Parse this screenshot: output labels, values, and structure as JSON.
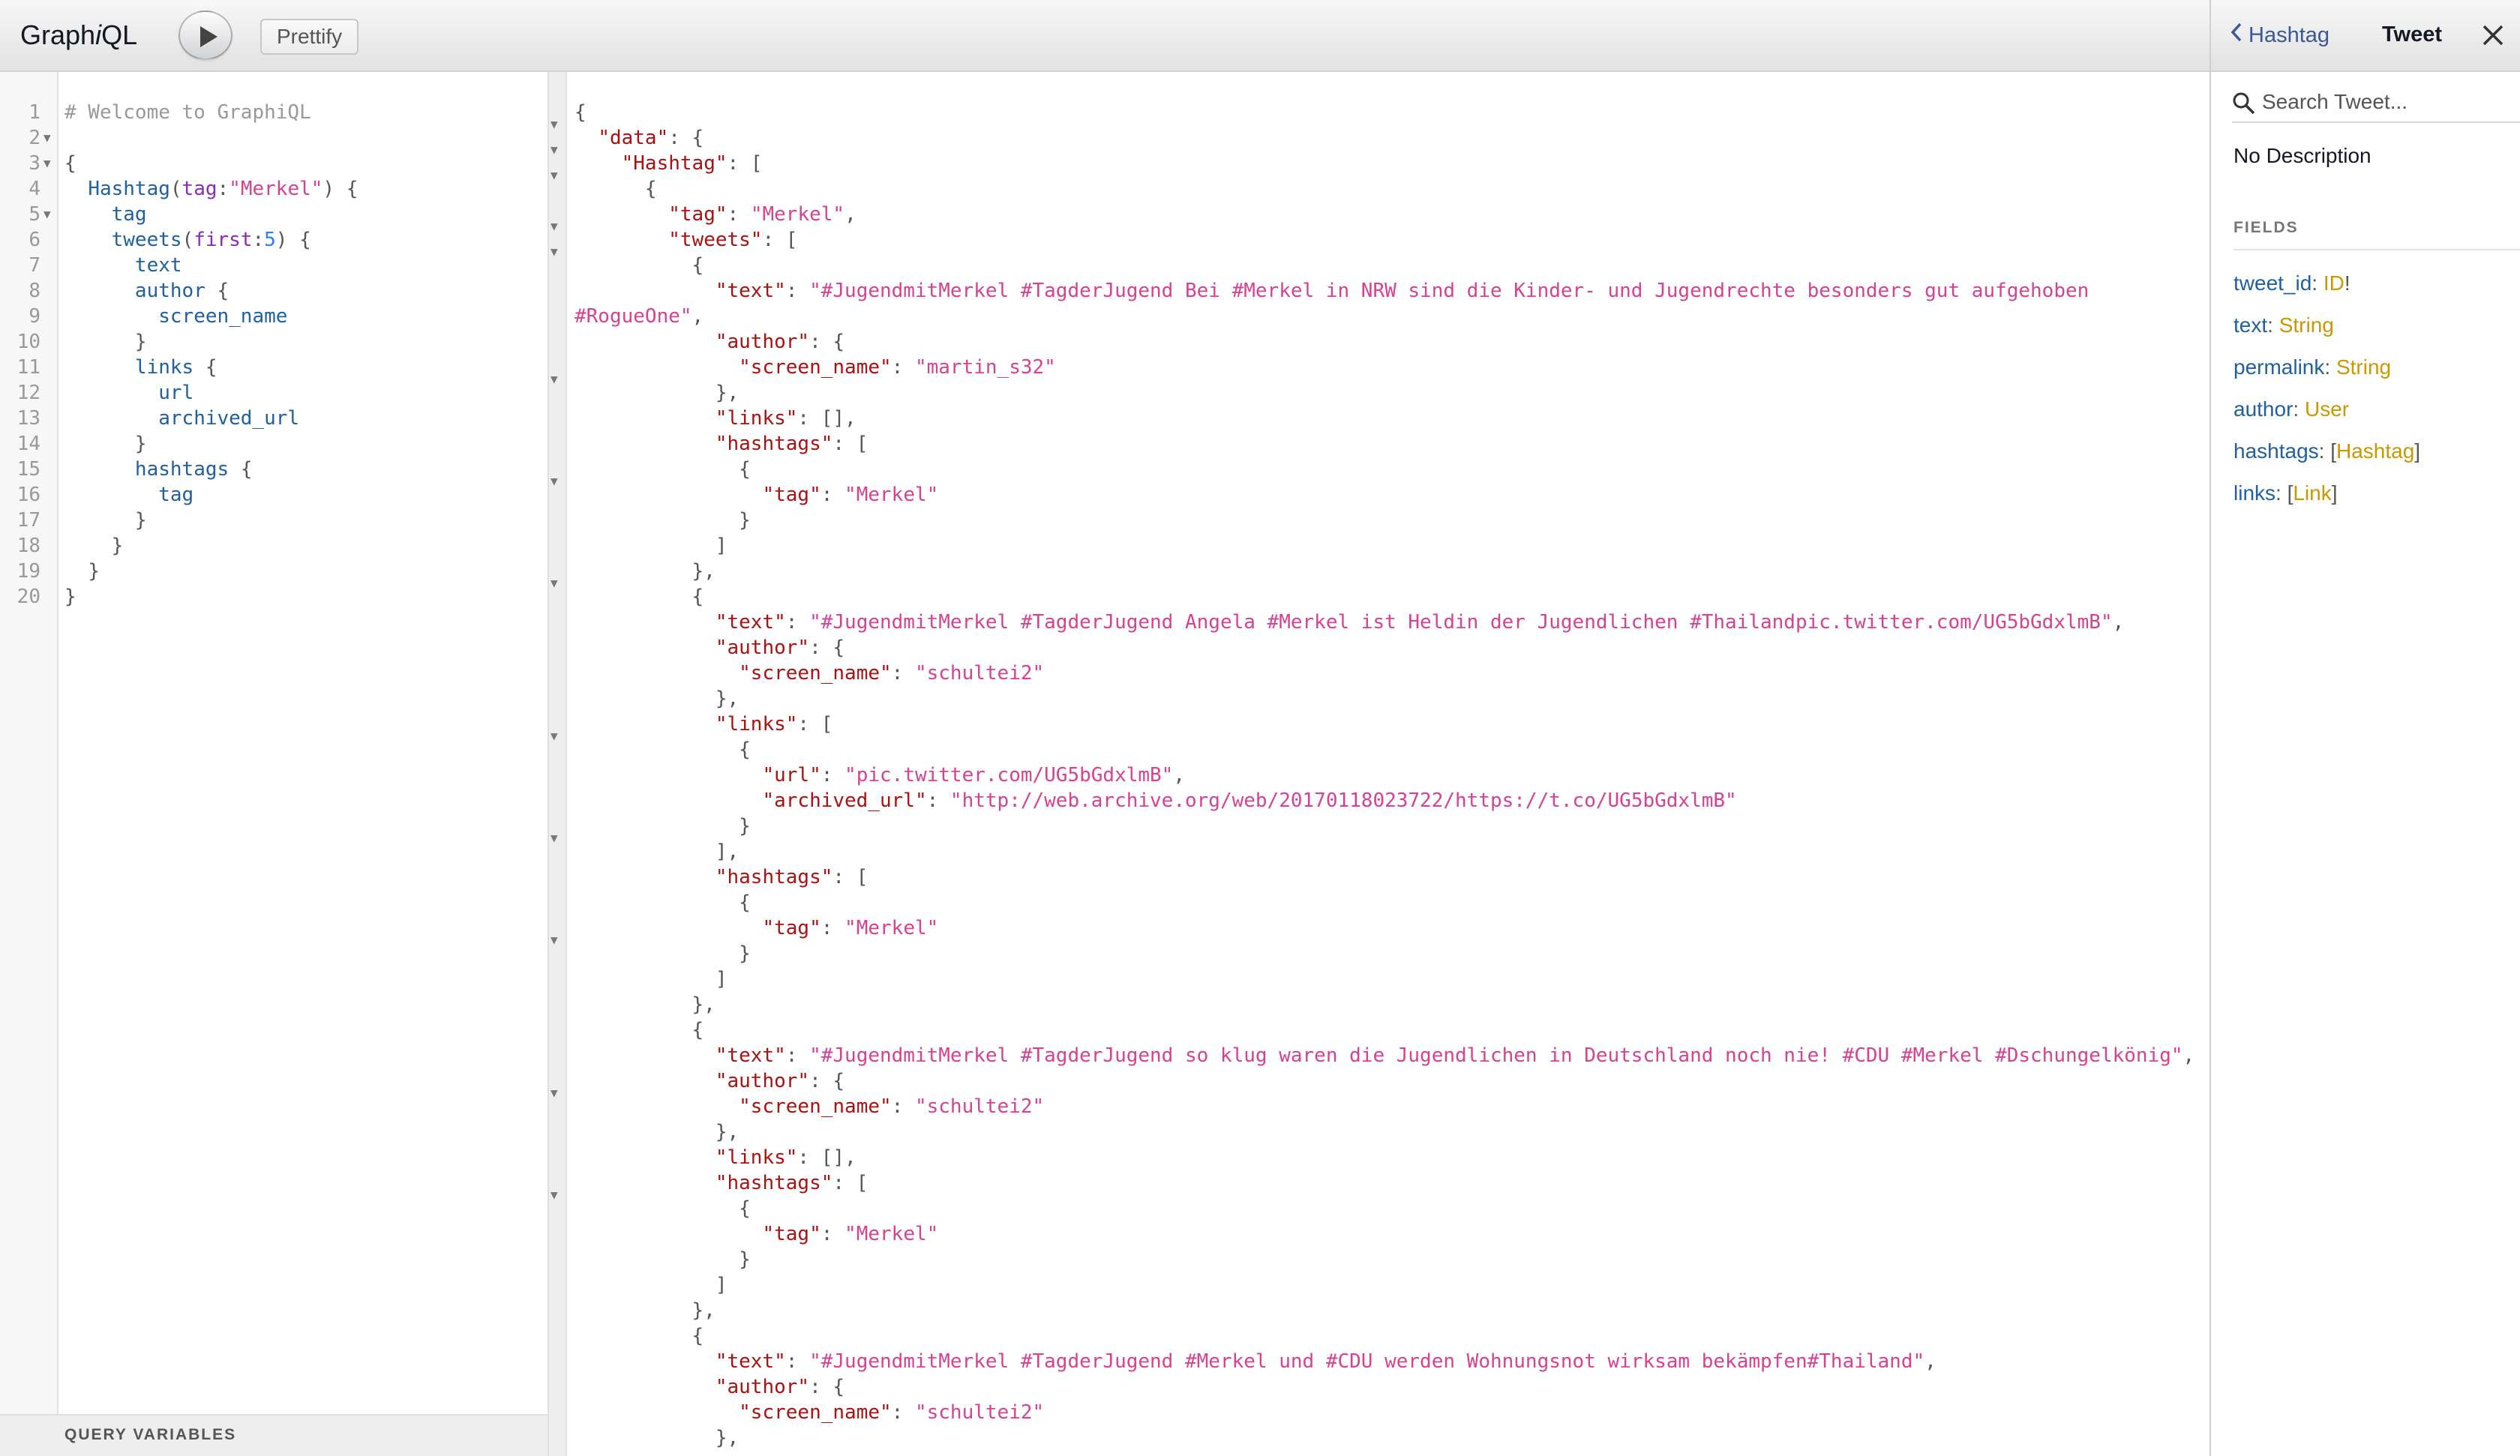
{
  "toolbar": {
    "app_title_pre": "Graph",
    "app_title_i": "i",
    "app_title_post": "QL",
    "run_icon": "play-icon",
    "prettify_label": "Prettify"
  },
  "query": {
    "line_numbers": "1\n2\n3\n4\n5\n6\n7\n8\n9\n10\n11\n12\n13\n14\n15\n16\n17\n18\n19\n20",
    "comment": "# Welcome to GraphiQL",
    "root_field": "Hashtag",
    "arg_name": "tag",
    "arg_value": "\"Merkel\"",
    "f_tag": "tag",
    "f_tweets": "tweets",
    "arg_first": "first",
    "arg_first_value": "5",
    "f_text": "text",
    "f_author": "author",
    "f_screen_name": "screen_name",
    "f_links": "links",
    "f_url": "url",
    "f_archived_url": "archived_url",
    "f_hashtags": "hashtags",
    "f_tag2": "tag",
    "variables_label": "QUERY VARIABLES"
  },
  "result": {
    "k_data": "\"data\"",
    "k_hashtag": "\"Hashtag\"",
    "k_tag": "\"tag\"",
    "v_tag": "\"Merkel\"",
    "k_tweets": "\"tweets\"",
    "k_text": "\"text\"",
    "k_author": "\"author\"",
    "k_screen_name": "\"screen_name\"",
    "k_links": "\"links\"",
    "k_hashtags": "\"hashtags\"",
    "k_url": "\"url\"",
    "k_archived_url": "\"archived_url\"",
    "t1_text_a": "\"#JugendmitMerkel #TagderJugend Bei #Merkel in NRW sind die Kinder- und Jugendrechte besonders gut aufgehoben",
    "t1_text_b": "#RogueOne\"",
    "t1_author": "\"martin_s32\"",
    "t2_text": "\"#JugendmitMerkel #TagderJugend Angela #Merkel ist Heldin der Jugendlichen #Thailandpic.twitter.com/UG5bGdxlmB\"",
    "t2_author": "\"schultei2\"",
    "t2_url": "\"pic.twitter.com/UG5bGdxlmB\"",
    "t2_archived_url": "\"http://web.archive.org/web/20170118023722/https://t.co/UG5bGdxlmB\"",
    "t3_text": "\"#JugendmitMerkel #TagderJugend so klug waren die Jugendlichen in Deutschland noch nie! #CDU #Merkel #Dschungelkönig\"",
    "t3_author": "\"schultei2\"",
    "t4_text": "\"#JugendmitMerkel #TagderJugend #Merkel und #CDU werden Wohnungsnot wirksam bekämpfen#Thailand\"",
    "t4_author": "\"schultei2\""
  },
  "docs": {
    "back_label": "Hashtag",
    "title": "Tweet",
    "search_placeholder": "Search Tweet...",
    "description": "No Description",
    "fields_label": "FIELDS",
    "fields": [
      {
        "name": "tweet_id",
        "type": "ID",
        "prefix": "",
        "suffix": "!"
      },
      {
        "name": "text",
        "type": "String",
        "prefix": "",
        "suffix": ""
      },
      {
        "name": "permalink",
        "type": "String",
        "prefix": "",
        "suffix": ""
      },
      {
        "name": "author",
        "type": "User",
        "prefix": "",
        "suffix": ""
      },
      {
        "name": "hashtags",
        "type": "Hashtag",
        "prefix": "[",
        "suffix": "]"
      },
      {
        "name": "links",
        "type": "Link",
        "prefix": "[",
        "suffix": "]"
      }
    ]
  },
  "colors": {
    "accent_link": "#3b5998",
    "type_color": "#ca9800",
    "string_color": "#d64292",
    "key_color": "#a11"
  }
}
